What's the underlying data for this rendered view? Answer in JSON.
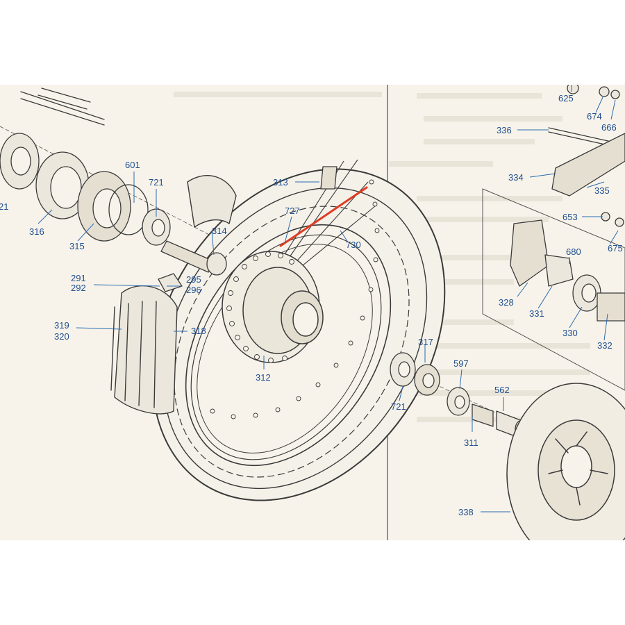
{
  "callouts": [
    {
      "label": "625"
    },
    {
      "label": "674"
    },
    {
      "label": "666"
    },
    {
      "label": "336"
    },
    {
      "label": "334"
    },
    {
      "label": "335"
    },
    {
      "label": "653"
    },
    {
      "label": "675"
    },
    {
      "label": "680"
    },
    {
      "label": "328"
    },
    {
      "label": "331"
    },
    {
      "label": "330"
    },
    {
      "label": "332"
    },
    {
      "label": "601"
    },
    {
      "label": "721"
    },
    {
      "label": "21"
    },
    {
      "label": "316"
    },
    {
      "label": "315"
    },
    {
      "label": "314"
    },
    {
      "label": "313"
    },
    {
      "label": "727"
    },
    {
      "label": "730"
    },
    {
      "label": "291"
    },
    {
      "label": "292"
    },
    {
      "label": "295"
    },
    {
      "label": "296"
    },
    {
      "label": "319"
    },
    {
      "label": "320"
    },
    {
      "label": "318"
    },
    {
      "label": "312"
    },
    {
      "label": "317"
    },
    {
      "label": "597"
    },
    {
      "label": "562"
    },
    {
      "label": "721"
    },
    {
      "label": "311"
    },
    {
      "label": "338"
    }
  ],
  "highlight_color": "#e03b24",
  "callout_color": "#1f4f8f",
  "ink_color": "#3a3a3a",
  "paper_color": "#f7f3ea"
}
